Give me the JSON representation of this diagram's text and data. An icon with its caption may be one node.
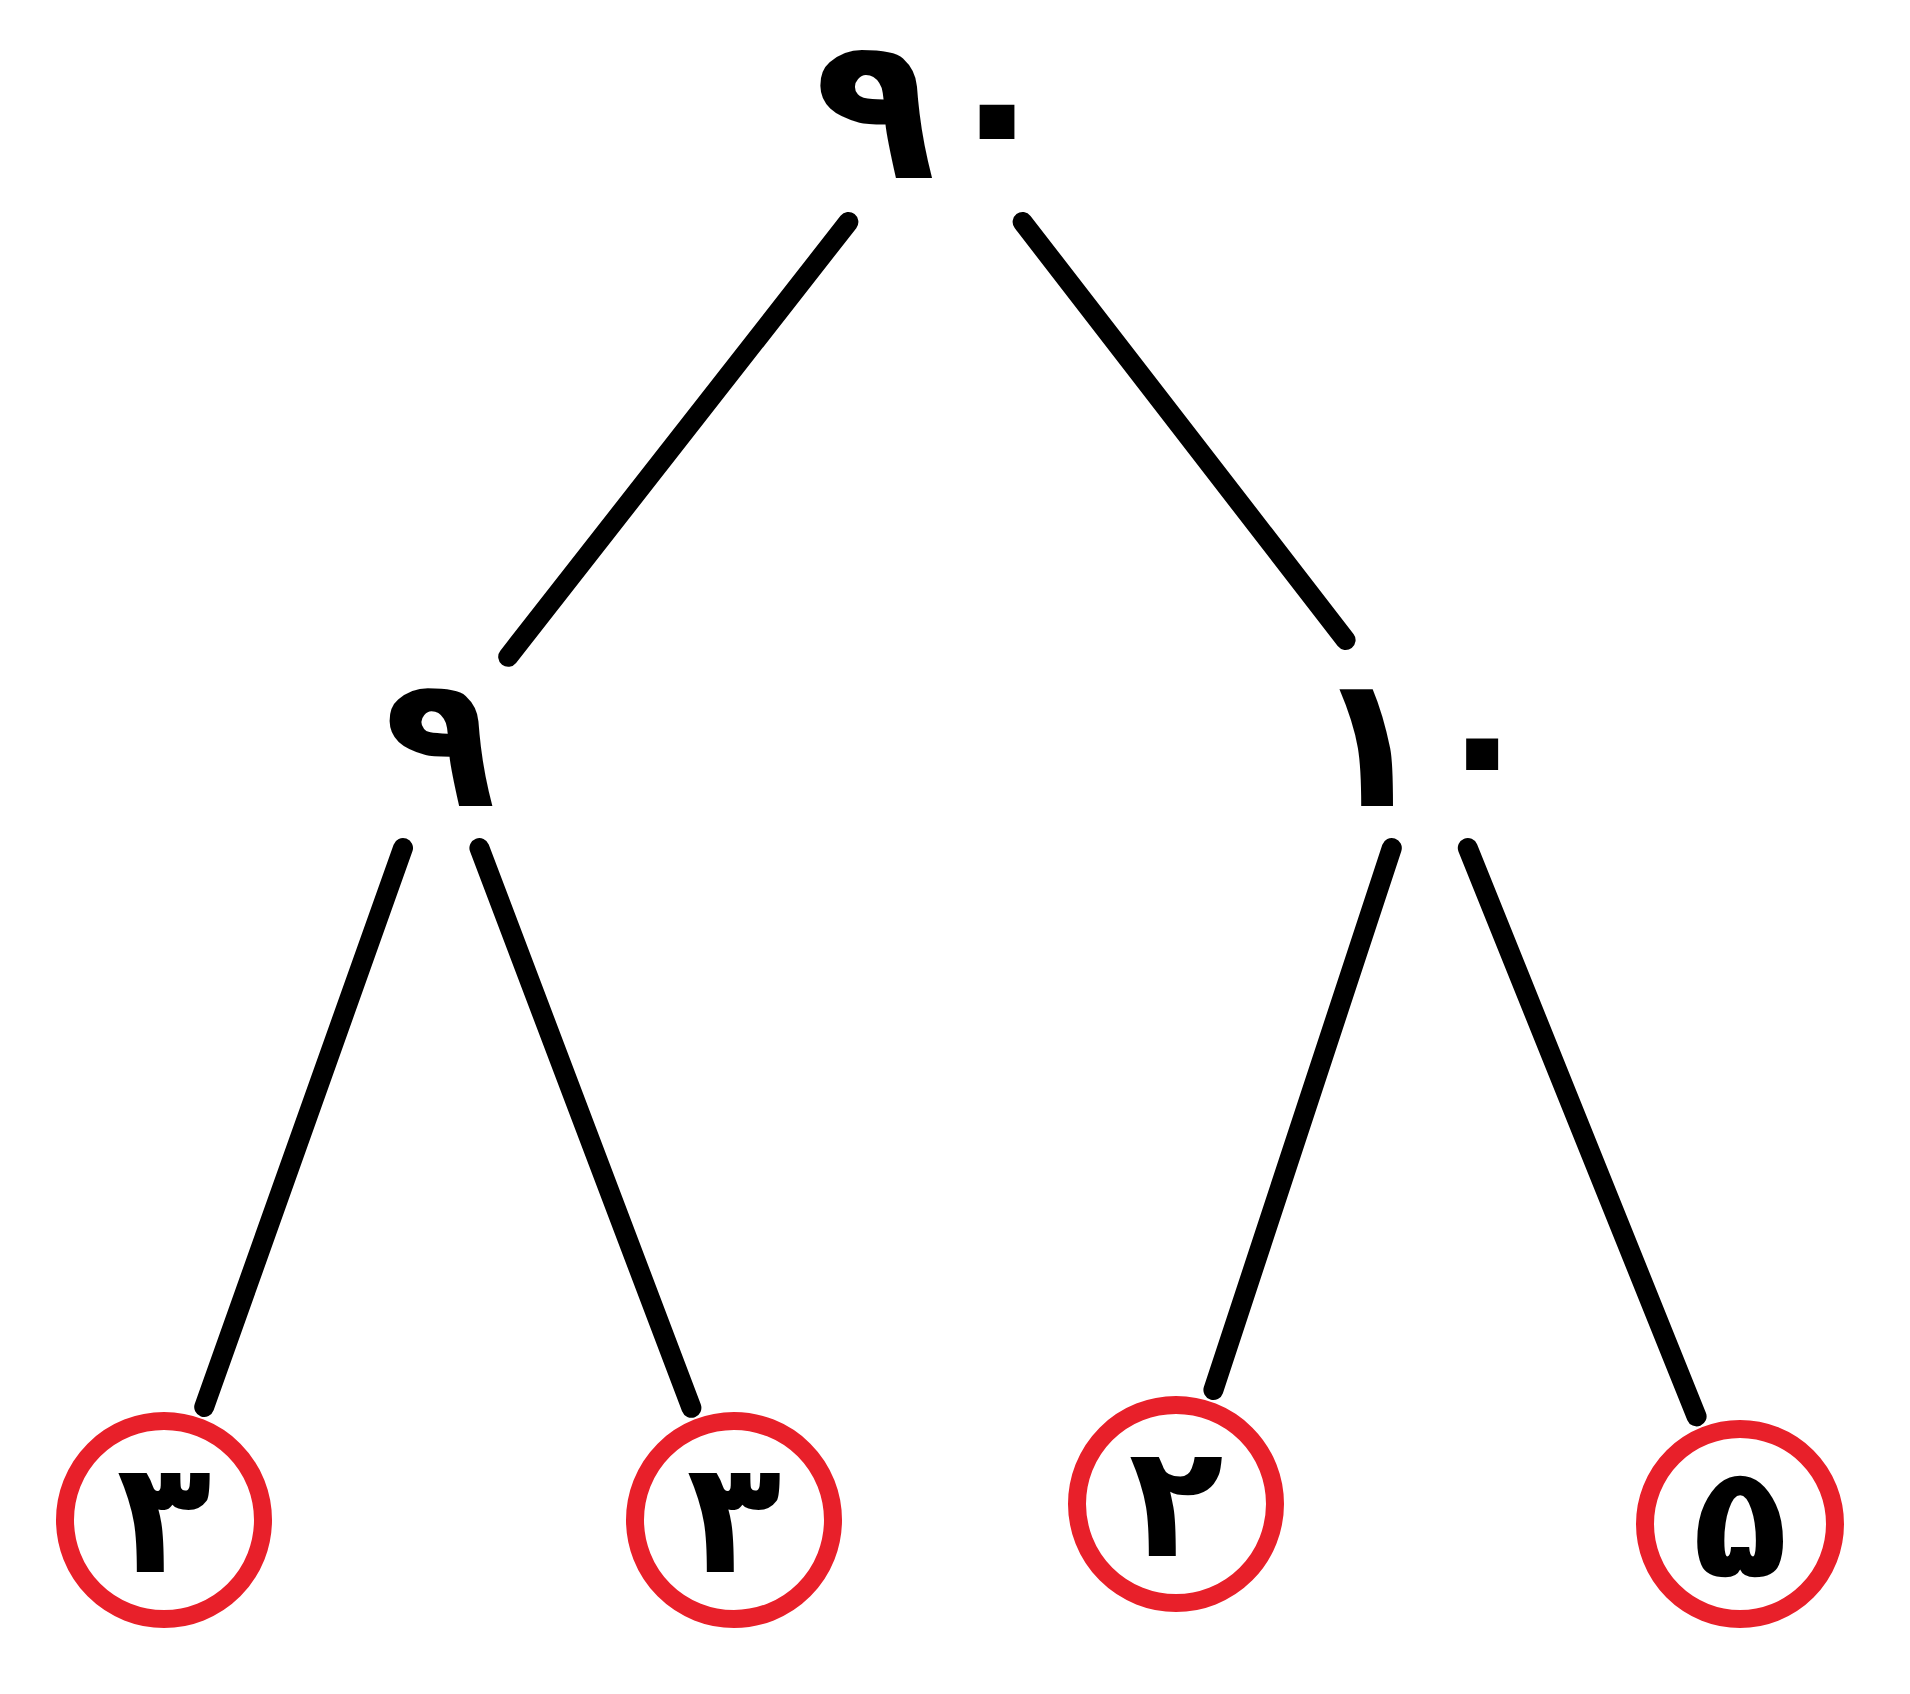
{
  "diagram": {
    "nodes": [
      {
        "text": [
          "۹۰"
        ]
      },
      {
        "text": [
          "۹"
        ]
      },
      {
        "text": [
          "۱۰"
        ]
      },
      {
        "text": [
          "۳"
        ]
      },
      {
        "text": [
          "۳"
        ]
      },
      {
        "text": [
          "۲"
        ]
      },
      {
        "text": [
          "۵"
        ]
      }
    ],
    "edges": [
      {
        "from": 0,
        "to": 1,
        "arrow": "none"
      },
      {
        "from": 0,
        "to": 2,
        "arrow": "none"
      },
      {
        "from": 1,
        "to": 3,
        "arrow": "none"
      },
      {
        "from": 1,
        "to": 4,
        "arrow": "none"
      },
      {
        "from": 2,
        "to": 5,
        "arrow": "none"
      },
      {
        "from": 2,
        "to": 6,
        "arrow": "none"
      }
    ]
  }
}
